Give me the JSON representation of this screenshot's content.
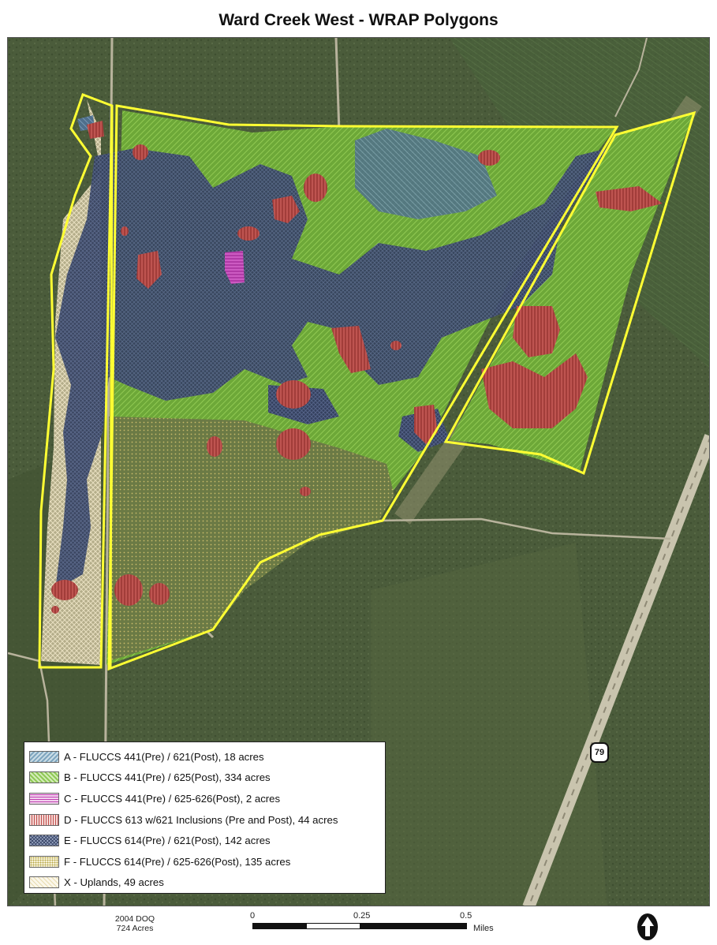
{
  "map": {
    "title": "Ward Creek West - WRAP Polygons",
    "route_shield": "79",
    "info_line1": "2004 DOQ",
    "info_line2": "724 Acres"
  },
  "legend": {
    "items": [
      {
        "label": "A - FLUCCS 441(Pre) / 621(Post), 18 acres",
        "color": "#8fb6c9",
        "pattern": "diag-left"
      },
      {
        "label": "B - FLUCCS 441(Pre) / 625(Post), 334 acres",
        "color": "#7fbf3f",
        "pattern": "diag-right"
      },
      {
        "label": "C - FLUCCS 441(Pre) / 625-626(Post), 2 acres",
        "color": "#c040b0",
        "pattern": "horizontal"
      },
      {
        "label": "D - FLUCCS 613 w/621 Inclusions (Pre and Post), 44 acres",
        "color": "#c0504d",
        "pattern": "vertical"
      },
      {
        "label": "E - FLUCCS 614(Pre) / 621(Post), 142 acres",
        "color": "#3d4a6b",
        "pattern": "cross"
      },
      {
        "label": "F - FLUCCS 614(Pre) / 625-626(Post), 135 acres",
        "color": "#b8a84a",
        "pattern": "dots"
      },
      {
        "label": "X - Uplands, 49 acres",
        "color": "#e8dcb0",
        "pattern": "light"
      }
    ]
  },
  "scale": {
    "ticks": [
      "0",
      "0.25",
      "0.5"
    ],
    "units": "Miles"
  },
  "colors": {
    "boundary": "#ffff33",
    "imagery_base": "#4d5e3c",
    "road": "#b8b39c"
  }
}
